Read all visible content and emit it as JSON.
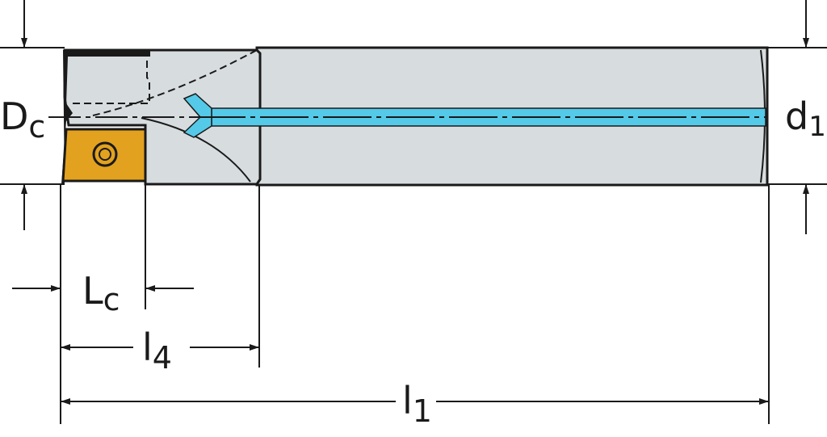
{
  "dimensions": {
    "cutting_diameter": {
      "symbol": "D",
      "subscript": "c"
    },
    "shank_diameter": {
      "symbol": "d",
      "subscript": "1"
    },
    "cutting_edge_length": {
      "symbol": "L",
      "subscript": "c"
    },
    "head_length": {
      "symbol": "l",
      "subscript": "4"
    },
    "overall_length": {
      "symbol": "l",
      "subscript": "1"
    }
  },
  "colors": {
    "body": "#d7dcdf",
    "outline": "#1a1a1a",
    "insert": "#e2a21f",
    "coolant": "#54c9e8",
    "background": "#ffffff"
  }
}
